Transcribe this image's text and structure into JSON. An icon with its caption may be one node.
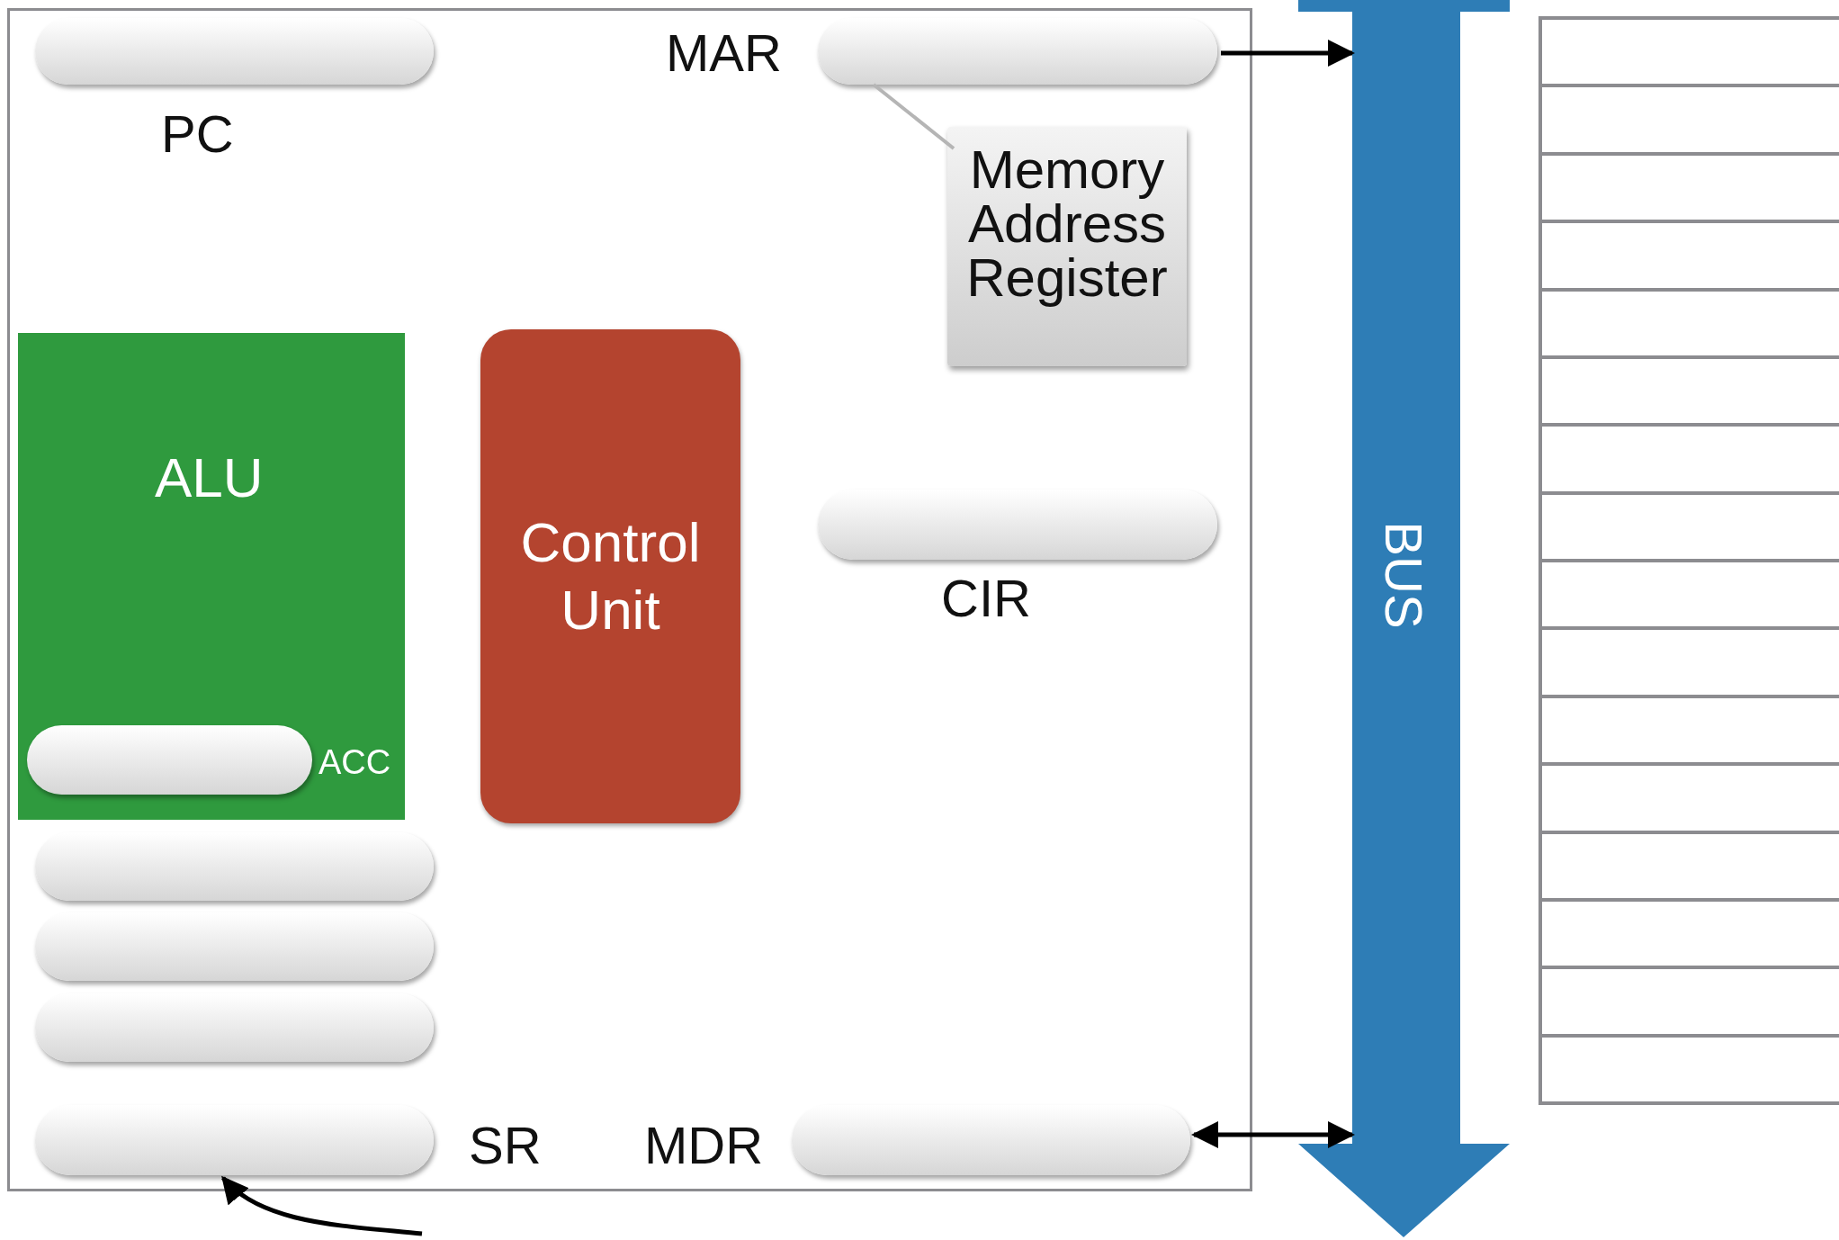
{
  "diagram": {
    "nodes": [
      {
        "text": [],
        "shape": "box"
      },
      {
        "text": [
          "PC"
        ],
        "in": 0
      },
      {
        "text": [
          "MAR"
        ],
        "in": 0
      },
      {
        "text": [
          "Memory Address Register"
        ],
        "in": 0
      },
      {
        "text": [
          "ALU"
        ],
        "in": 0
      },
      {
        "text": [
          "ACC"
        ],
        "in": 4
      },
      {
        "text": [
          "Control Unit"
        ],
        "in": 0
      },
      {
        "text": [
          "CIR"
        ],
        "in": 0
      },
      {
        "text": [],
        "shape": "bar",
        "in": 0
      },
      {
        "text": [],
        "shape": "bar",
        "in": 0
      },
      {
        "text": [],
        "shape": "bar",
        "in": 0
      },
      {
        "text": [
          "SR"
        ],
        "in": 0
      },
      {
        "text": [
          "MDR"
        ],
        "in": 0
      },
      {
        "text": [
          "BUS"
        ]
      },
      {
        "text": [],
        "shape": "box"
      },
      {
        "text": [],
        "shape": "box",
        "in": 14
      },
      {
        "text": [],
        "shape": "box",
        "in": 14
      },
      {
        "text": [],
        "shape": "box",
        "in": 14
      },
      {
        "text": [],
        "shape": "box",
        "in": 14
      },
      {
        "text": [],
        "shape": "box",
        "in": 14
      },
      {
        "text": [],
        "shape": "box",
        "in": 14
      },
      {
        "text": [],
        "shape": "box",
        "in": 14
      },
      {
        "text": [],
        "shape": "box",
        "in": 14
      },
      {
        "text": [],
        "shape": "box",
        "in": 14
      },
      {
        "text": [],
        "shape": "box",
        "in": 14
      },
      {
        "text": [],
        "shape": "box",
        "in": 14
      },
      {
        "text": [],
        "shape": "box",
        "in": 14
      },
      {
        "text": [],
        "shape": "box",
        "in": 14
      },
      {
        "text": [],
        "shape": "box",
        "in": 14
      },
      {
        "text": [],
        "shape": "box",
        "in": 14
      },
      {
        "text": [],
        "shape": "box",
        "in": 14
      }
    ],
    "edges": [
      {
        "from": 2,
        "to": 13,
        "arrow": "to"
      },
      {
        "from": 12,
        "to": 13,
        "arrow": "both"
      },
      {
        "from": 3,
        "to": 2,
        "arrow": "none",
        "color": "#b5b5b5"
      },
      {
        "from": null,
        "to": 11,
        "arrow": "to"
      }
    ]
  }
}
